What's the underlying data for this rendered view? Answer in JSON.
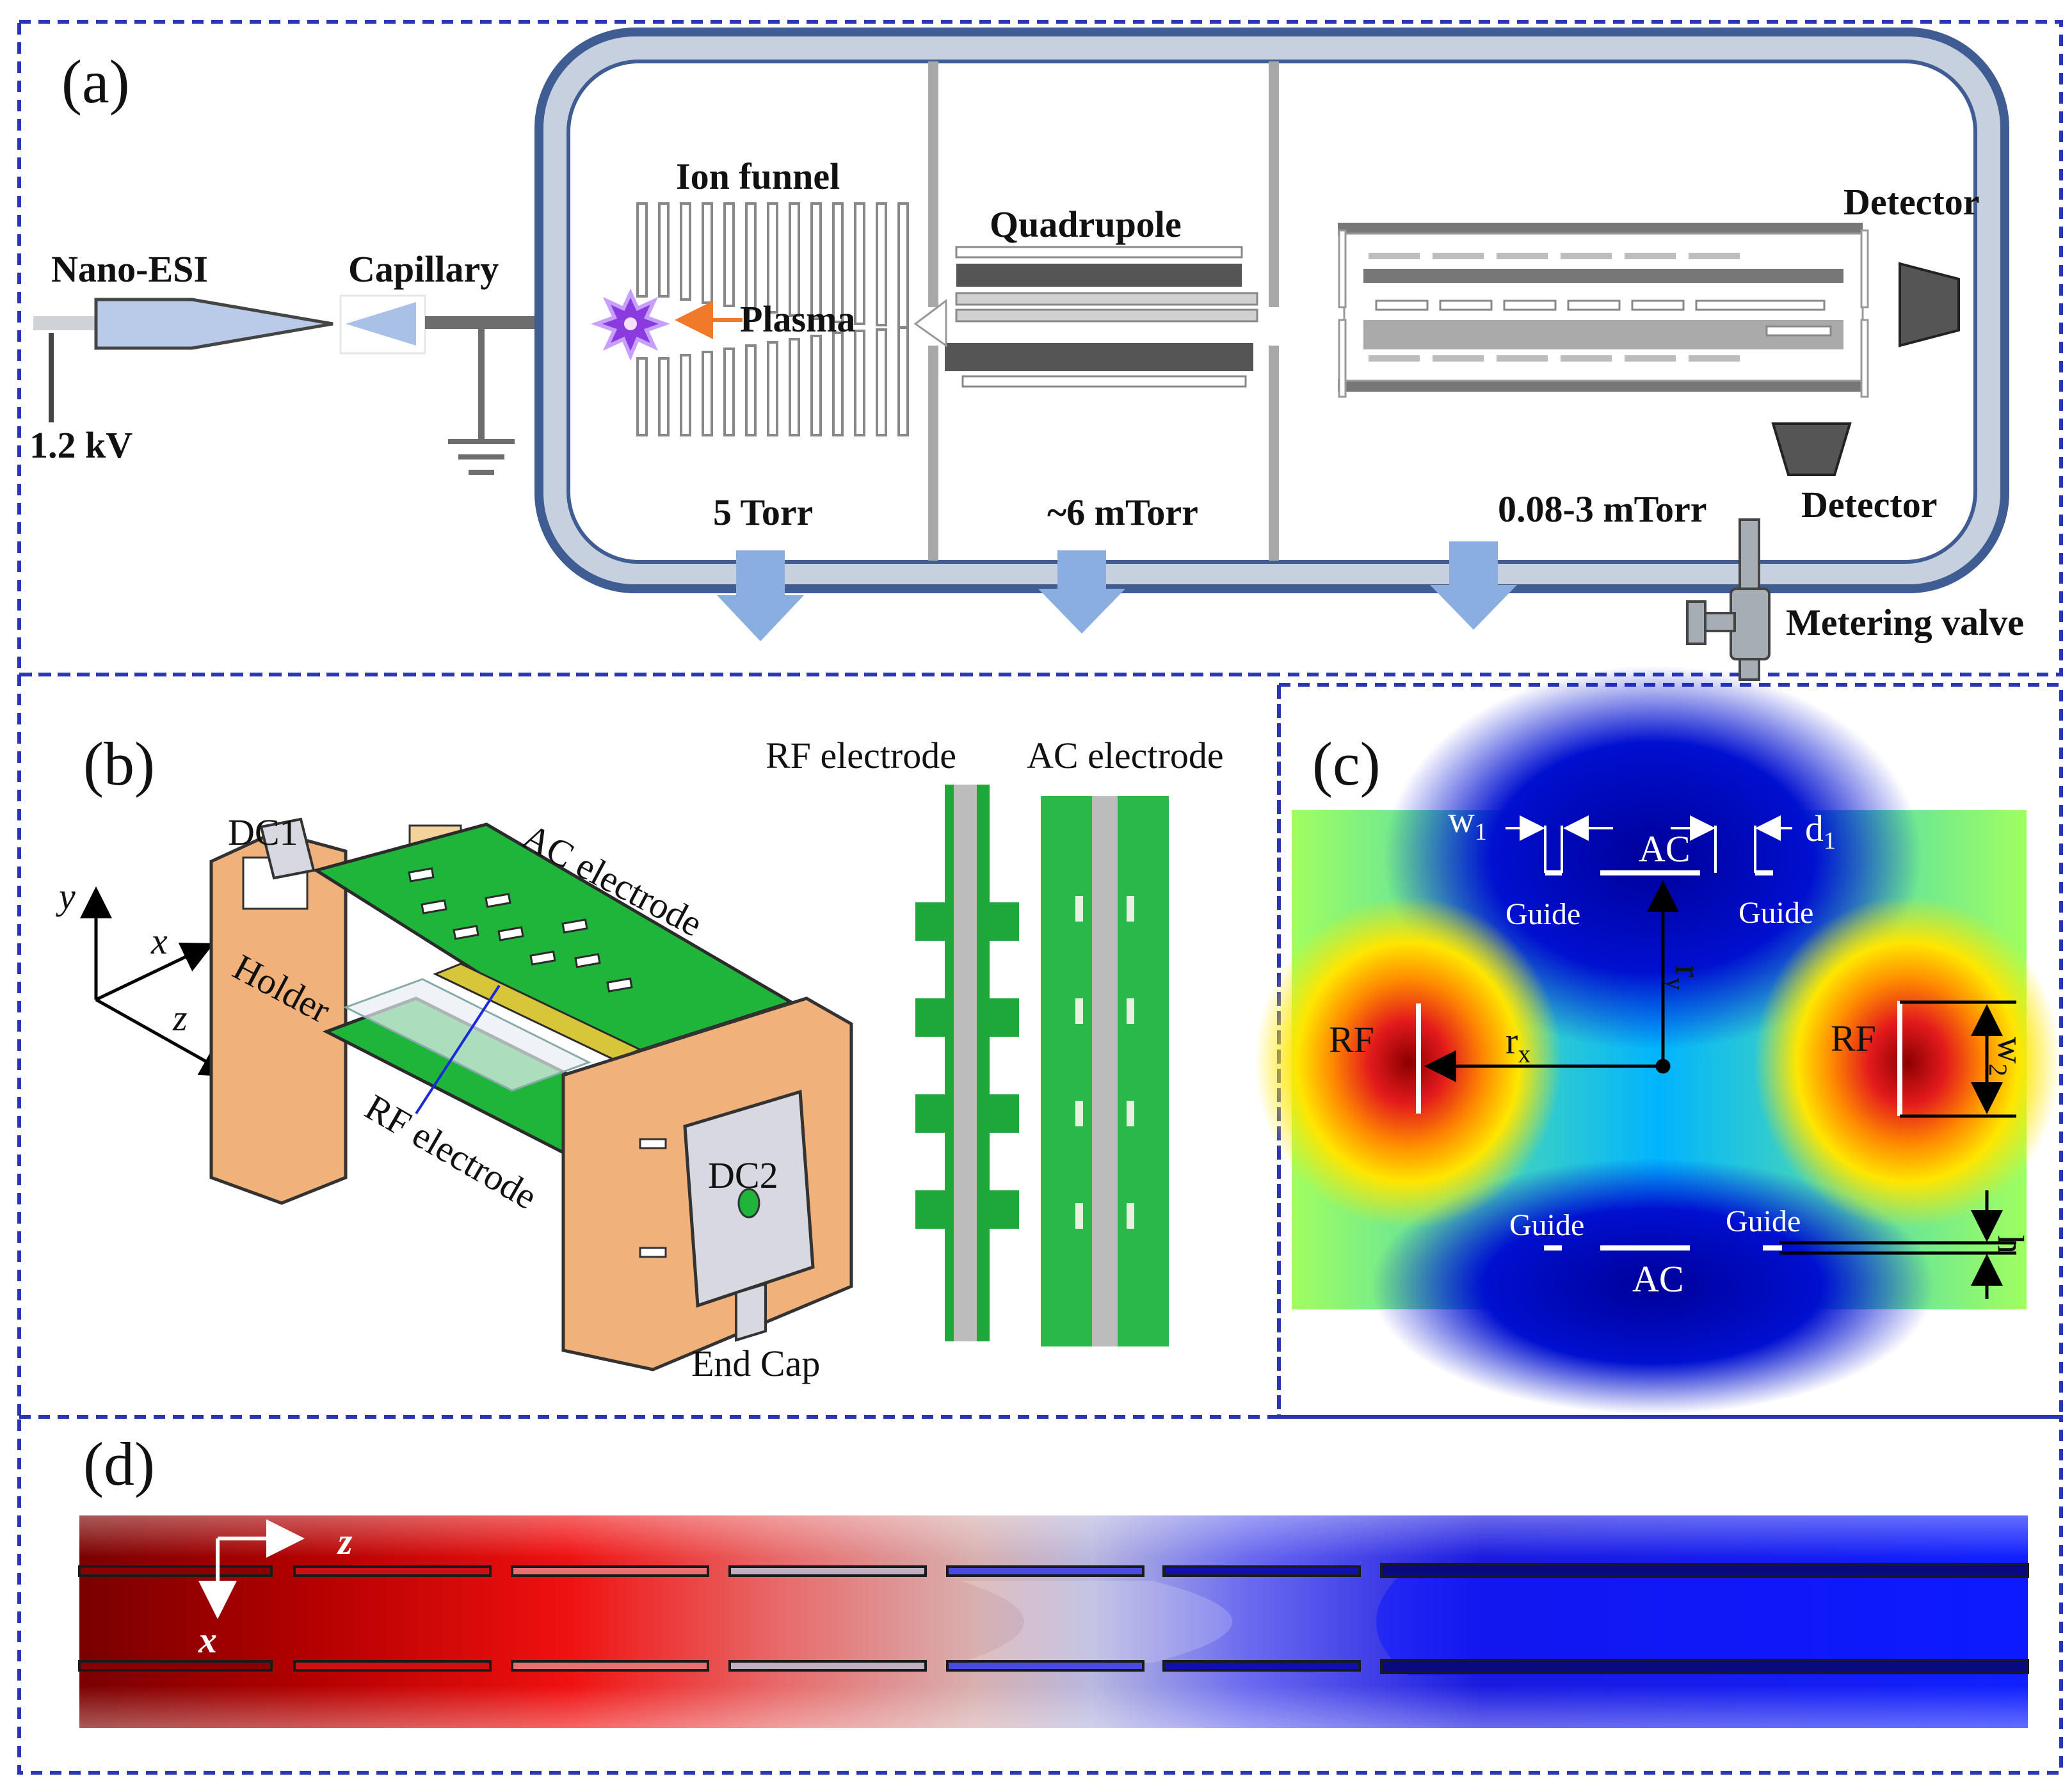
{
  "panels": {
    "a": {
      "label": "(a)",
      "nano_esi": "Nano-ESI",
      "voltage": "1.2 kV",
      "capillary": "Capillary",
      "ion_funnel": "Ion funnel",
      "plasma": "Plasma",
      "quadrupole": "Quadrupole",
      "detector_top": "Detector",
      "detector_bottom": "Detector",
      "pressure_1": "5 Torr",
      "pressure_2": "~6 mTorr",
      "pressure_3": "0.08-3 mTorr",
      "metering_valve": "Metering valve"
    },
    "b": {
      "label": "(b)",
      "dc1": "DC1",
      "dc2": "DC2",
      "ac_electrode": "AC electrode",
      "rf_electrode": "RF electrode",
      "holder": "Holder",
      "end_cap": "End Cap",
      "axis_x": "x",
      "axis_y": "y",
      "axis_z": "z",
      "photo_rf": "RF electrode",
      "photo_ac": "AC electrode"
    },
    "c": {
      "label": "(c)",
      "w1": "w",
      "w1_sub": "1",
      "d1": "d",
      "d1_sub": "1",
      "ac_top": "AC",
      "ac_bottom": "AC",
      "guide_tl": "Guide",
      "guide_tr": "Guide",
      "guide_bl": "Guide",
      "guide_br": "Guide",
      "rf_left": "RF",
      "rf_right": "RF",
      "rx": "r",
      "rx_sub": "x",
      "ry": "r",
      "ry_sub": "y",
      "w2": "w",
      "w2_sub": "2",
      "h": "h"
    },
    "d": {
      "label": "(d)",
      "axis_z": "z",
      "axis_x": "x"
    }
  },
  "colors": {
    "frame_dash": "#2a36b8",
    "chamber": "#3f5c93",
    "arrow": "#8aaee0",
    "pcb_green": "#1fb53a",
    "holder_orange": "#f0b27a"
  }
}
